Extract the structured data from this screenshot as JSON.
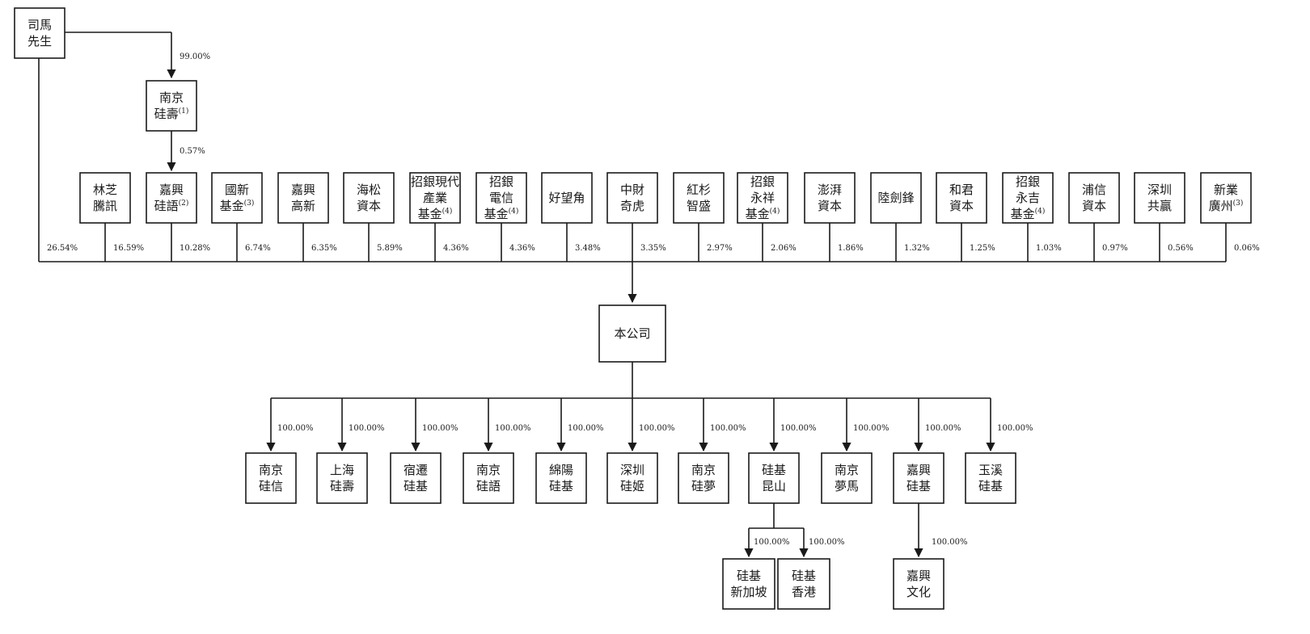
{
  "founder": {
    "lines": [
      "司馬",
      "先生"
    ]
  },
  "founder_to_nanjing_pct": "99.00%",
  "nanjing_guishou": {
    "lines": [
      "南京",
      "硅壽"
    ],
    "note": "(1)"
  },
  "nanjing_to_jiaxing_pct": "0.57%",
  "founder_pct": "26.54%",
  "shareholders": [
    {
      "id": "linzhi",
      "lines": [
        "林芝",
        "騰訊"
      ],
      "note": "",
      "pct": "16.59%"
    },
    {
      "id": "jiaxing-guiyu",
      "lines": [
        "嘉興",
        "硅語"
      ],
      "note": "(2)",
      "pct": "10.28%"
    },
    {
      "id": "guoxin",
      "lines": [
        "國新",
        "基金"
      ],
      "note": "(3)",
      "pct": "6.74%"
    },
    {
      "id": "jiaxing-gaoxin",
      "lines": [
        "嘉興",
        "高新"
      ],
      "note": "",
      "pct": "6.35%"
    },
    {
      "id": "haisong",
      "lines": [
        "海松",
        "資本"
      ],
      "note": "",
      "pct": "5.89%"
    },
    {
      "id": "zhaoyin-xiandai",
      "lines": [
        "招銀現代",
        "產業",
        "基金"
      ],
      "note": "(4)",
      "pct": "4.36%"
    },
    {
      "id": "zhaoyin-dianxin",
      "lines": [
        "招銀",
        "電信",
        "基金"
      ],
      "note": "(4)",
      "pct": "4.36%"
    },
    {
      "id": "haowangjiao",
      "lines": [
        "好望角"
      ],
      "note": "",
      "pct": "3.48%"
    },
    {
      "id": "zhongcai",
      "lines": [
        "中財",
        "奇虎"
      ],
      "note": "",
      "pct": "3.35%"
    },
    {
      "id": "hongshan",
      "lines": [
        "紅杉",
        "智盛"
      ],
      "note": "",
      "pct": "2.97%"
    },
    {
      "id": "zhaoyin-yongxiang",
      "lines": [
        "招銀",
        "永祥",
        "基金"
      ],
      "note": "(4)",
      "pct": "2.06%"
    },
    {
      "id": "pengpai",
      "lines": [
        "澎湃",
        "資本"
      ],
      "note": "",
      "pct": "1.86%"
    },
    {
      "id": "lujianfeng",
      "lines": [
        "陸劍鋒"
      ],
      "note": "",
      "pct": "1.32%"
    },
    {
      "id": "hejun",
      "lines": [
        "和君",
        "資本"
      ],
      "note": "",
      "pct": "1.25%"
    },
    {
      "id": "zhaoyin-yongji",
      "lines": [
        "招銀",
        "永吉",
        "基金"
      ],
      "note": "(4)",
      "pct": "1.03%"
    },
    {
      "id": "puxin",
      "lines": [
        "浦信",
        "資本"
      ],
      "note": "",
      "pct": "0.97%"
    },
    {
      "id": "shenzhen-gongying",
      "lines": [
        "深圳",
        "共贏"
      ],
      "note": "",
      "pct": "0.56%"
    },
    {
      "id": "xinye",
      "lines": [
        "新業",
        "廣州"
      ],
      "note": "(3)",
      "pct": "0.06%"
    }
  ],
  "company": {
    "label": "本公司"
  },
  "subsidiaries": [
    {
      "id": "nanjing-guixin",
      "lines": [
        "南京",
        "硅信"
      ],
      "pct": "100.00%"
    },
    {
      "id": "shanghai-guishou",
      "lines": [
        "上海",
        "硅壽"
      ],
      "pct": "100.00%"
    },
    {
      "id": "suqian-guiji",
      "lines": [
        "宿遷",
        "硅基"
      ],
      "pct": "100.00%"
    },
    {
      "id": "nanjing-guiyu",
      "lines": [
        "南京",
        "硅語"
      ],
      "pct": "100.00%"
    },
    {
      "id": "mianyang-guiji",
      "lines": [
        "綿陽",
        "硅基"
      ],
      "pct": "100.00%"
    },
    {
      "id": "shenzhen-guiji",
      "lines": [
        "深圳",
        "硅姬"
      ],
      "pct": "100.00%"
    },
    {
      "id": "nanjing-guimeng",
      "lines": [
        "南京",
        "硅夢"
      ],
      "pct": "100.00%"
    },
    {
      "id": "guiji-kunshan",
      "lines": [
        "硅基",
        "昆山"
      ],
      "pct": "100.00%"
    },
    {
      "id": "nanjing-mengma",
      "lines": [
        "南京",
        "夢馬"
      ],
      "pct": "100.00%"
    },
    {
      "id": "jiaxing-guiji",
      "lines": [
        "嘉興",
        "硅基"
      ],
      "pct": "100.00%"
    },
    {
      "id": "yuxi-guiji",
      "lines": [
        "玉溪",
        "硅基"
      ],
      "pct": "100.00%"
    }
  ],
  "kunshan_children": [
    {
      "id": "guiji-singapore",
      "lines": [
        "硅基",
        "新加坡"
      ],
      "pct": "100.00%"
    },
    {
      "id": "guiji-hongkong",
      "lines": [
        "硅基",
        "香港"
      ],
      "pct": "100.00%"
    }
  ],
  "jiaxing_child": {
    "id": "jiaxing-wenhua",
    "lines": [
      "嘉興",
      "文化"
    ],
    "pct": "100.00%"
  }
}
